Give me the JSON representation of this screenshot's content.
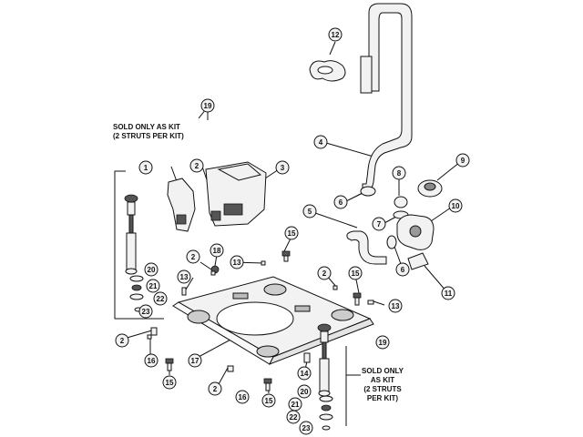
{
  "callouts": [
    {
      "id": "c1",
      "label": "1"
    },
    {
      "id": "c2a",
      "label": "2"
    },
    {
      "id": "c3",
      "label": "3"
    },
    {
      "id": "c4",
      "label": "4"
    },
    {
      "id": "c5",
      "label": "5"
    },
    {
      "id": "c6a",
      "label": "6"
    },
    {
      "id": "c7",
      "label": "7"
    },
    {
      "id": "c8",
      "label": "8"
    },
    {
      "id": "c9",
      "label": "9"
    },
    {
      "id": "c10",
      "label": "10"
    },
    {
      "id": "c11",
      "label": "11"
    },
    {
      "id": "c12",
      "label": "12"
    },
    {
      "id": "c13a",
      "label": "13"
    },
    {
      "id": "c13b",
      "label": "13"
    },
    {
      "id": "c13c",
      "label": "13"
    },
    {
      "id": "c14",
      "label": "14"
    },
    {
      "id": "c15a",
      "label": "15"
    },
    {
      "id": "c15b",
      "label": "15"
    },
    {
      "id": "c15c",
      "label": "15"
    },
    {
      "id": "c15d",
      "label": "15"
    },
    {
      "id": "c16a",
      "label": "16"
    },
    {
      "id": "c16b",
      "label": "16"
    },
    {
      "id": "c17",
      "label": "17"
    },
    {
      "id": "c18",
      "label": "18"
    },
    {
      "id": "c19a",
      "label": "19"
    },
    {
      "id": "c19b",
      "label": "19"
    },
    {
      "id": "c20a",
      "label": "20"
    },
    {
      "id": "c20b",
      "label": "20"
    },
    {
      "id": "c21a",
      "label": "21"
    },
    {
      "id": "c21b",
      "label": "21"
    },
    {
      "id": "c22a",
      "label": "22"
    },
    {
      "id": "c22b",
      "label": "22"
    },
    {
      "id": "c23a",
      "label": "23"
    },
    {
      "id": "c23b",
      "label": "23"
    },
    {
      "id": "c2b",
      "label": "2"
    },
    {
      "id": "c2c",
      "label": "2"
    },
    {
      "id": "c2d",
      "label": "2"
    },
    {
      "id": "c2e",
      "label": "2"
    },
    {
      "id": "c6b",
      "label": "6"
    }
  ],
  "notes": {
    "left": [
      "SOLD ONLY AS KIT",
      "(2 STRUTS PER KIT)"
    ],
    "right": [
      "SOLD ONLY",
      "AS KIT",
      "(2 STRUTS",
      "PER KIT)"
    ]
  }
}
